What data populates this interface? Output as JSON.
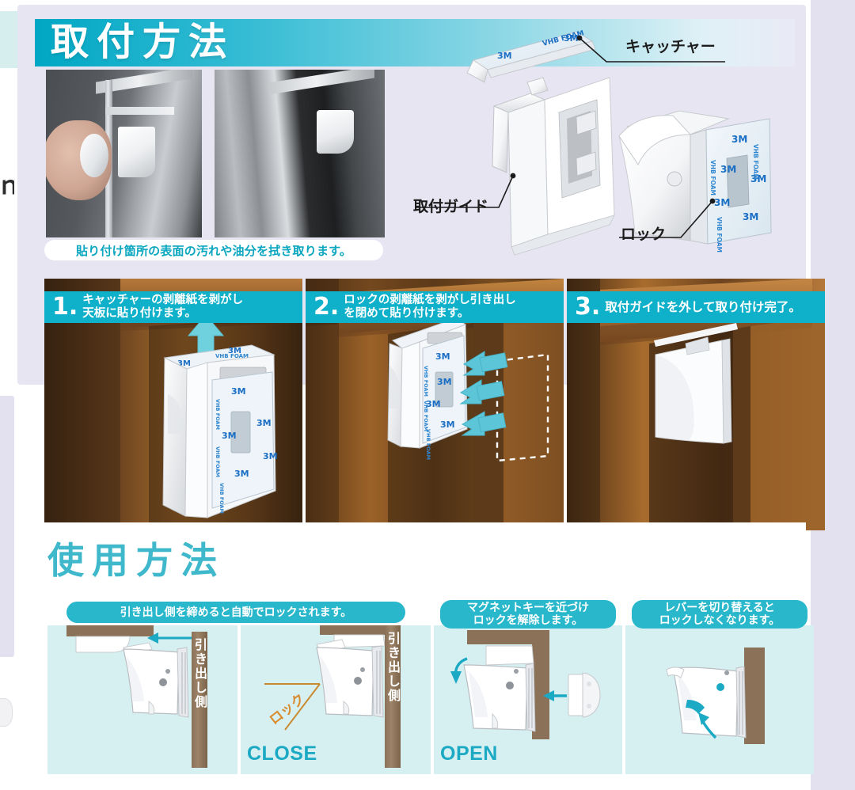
{
  "sections": {
    "install": {
      "title": "取付方法",
      "caption": "貼り付け箇所の表面の汚れや油分を拭き取ります。",
      "parts": [
        {
          "id": "catcher",
          "label": "キャッチャー"
        },
        {
          "id": "mounting-guide",
          "label": "取付ガイド"
        },
        {
          "id": "lock",
          "label": "ロック"
        }
      ],
      "photos": [
        {
          "id": "photo-hand-magnet-key",
          "alt": "マグネットキーを扉に当てる写真"
        },
        {
          "id": "photo-installed-lock",
          "alt": "棚内部に取り付けたロックの写真"
        }
      ],
      "steps": [
        {
          "number": "1.",
          "lines": [
            "キャッチャーの剥離紙を剥がし",
            "天板に貼り付けます。"
          ],
          "art": "catcher-to-top-panel"
        },
        {
          "number": "2.",
          "lines": [
            "ロックの剥離紙を剥がし引き出し",
            "を閉めて貼り付けます。"
          ],
          "art": "lock-to-drawer-front"
        },
        {
          "number": "3.",
          "lines": [
            "取付ガイドを外して取り付け完了。"
          ],
          "art": "installation-complete"
        }
      ]
    },
    "usage": {
      "title": "使用方法",
      "captions": [
        {
          "id": "auto-lock",
          "lines": [
            "引き出し側を締めると自動でロックされます。"
          ]
        },
        {
          "id": "magnet-unlock",
          "lines": [
            "マグネットキーを近づけ",
            "ロックを解除します。"
          ]
        },
        {
          "id": "lever-disable",
          "lines": [
            "レバーを切り替えると",
            "ロックしなくなります。"
          ]
        }
      ],
      "panels": [
        {
          "id": "panel-closing",
          "side_label": "引き出し側",
          "state": "",
          "note": ""
        },
        {
          "id": "panel-locked",
          "side_label": "引き出し側",
          "state": "CLOSE",
          "note": "ロック"
        },
        {
          "id": "panel-open",
          "side_label": "",
          "state": "OPEN",
          "note": ""
        },
        {
          "id": "panel-lever",
          "side_label": "",
          "state": "",
          "note": ""
        }
      ]
    }
  },
  "branding": {
    "adhesive_label": "3M",
    "adhesive_sub": "VHB FOAM"
  },
  "colors": {
    "teal": "#0fb0c9",
    "teal_dark": "#00a7c4",
    "teal_text": "#1ba9c4",
    "usage_header": "#3fb8cc",
    "panel_bg": "#d6eff0",
    "card_bg": "#e7e5f2",
    "wood": "#8a5524",
    "orange": "#d98a2b",
    "white": "#ffffff"
  }
}
